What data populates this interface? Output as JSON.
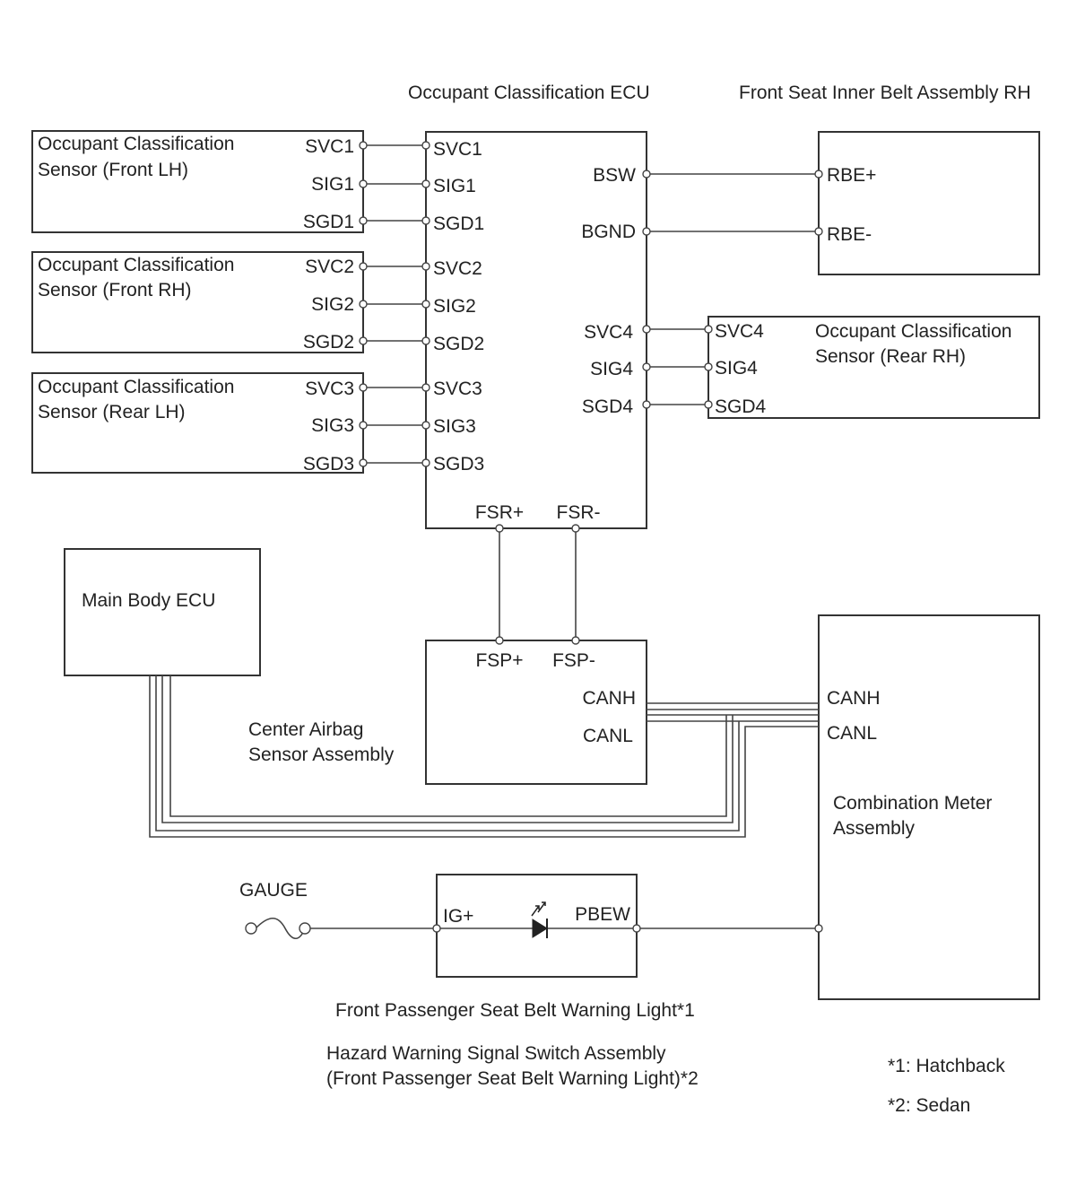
{
  "ecu": {
    "title": "Occupant Classification ECU",
    "pins": {
      "svc1": "SVC1",
      "sig1": "SIG1",
      "sgd1": "SGD1",
      "svc2": "SVC2",
      "sig2": "SIG2",
      "sgd2": "SGD2",
      "svc3": "SVC3",
      "sig3": "SIG3",
      "sgd3": "SGD3",
      "bsw": "BSW",
      "bgnd": "BGND",
      "svc4": "SVC4",
      "sig4": "SIG4",
      "sgd4": "SGD4",
      "fsr_plus": "FSR+",
      "fsr_minus": "FSR-"
    }
  },
  "belt": {
    "title": "Front Seat Inner Belt Assembly RH",
    "pins": {
      "rbe_plus": "RBE+",
      "rbe_minus": "RBE-"
    }
  },
  "sensor_front_lh": {
    "line1": "Occupant Classification",
    "line2": "Sensor (Front LH)",
    "pins": {
      "svc": "SVC1",
      "sig": "SIG1",
      "sgd": "SGD1"
    }
  },
  "sensor_front_rh": {
    "line1": "Occupant Classification",
    "line2": "Sensor (Front RH)",
    "pins": {
      "svc": "SVC2",
      "sig": "SIG2",
      "sgd": "SGD2"
    }
  },
  "sensor_rear_lh": {
    "line1": "Occupant Classification",
    "line2": "Sensor (Rear LH)",
    "pins": {
      "svc": "SVC3",
      "sig": "SIG3",
      "sgd": "SGD3"
    }
  },
  "sensor_rear_rh": {
    "line1": "Occupant Classification",
    "line2": "Sensor (Rear RH)",
    "pins": {
      "svc": "SVC4",
      "sig": "SIG4",
      "sgd": "SGD4"
    }
  },
  "main_body_ecu": {
    "title": "Main Body ECU"
  },
  "airbag": {
    "line1": "Center Airbag",
    "line2": "Sensor Assembly",
    "pins": {
      "fsp_plus": "FSP+",
      "fsp_minus": "FSP-",
      "canh": "CANH",
      "canl": "CANL"
    }
  },
  "meter": {
    "line1": "Combination Meter",
    "line2": "Assembly",
    "pins": {
      "canh": "CANH",
      "canl": "CANL"
    }
  },
  "gauge": {
    "label": "GAUGE"
  },
  "warning": {
    "pins": {
      "ig_plus": "IG+",
      "pbew": "PBEW"
    },
    "caption1": "Front Passenger Seat Belt Warning Light*1",
    "caption2_line1": "Hazard Warning Signal Switch Assembly",
    "caption2_line2": "(Front Passenger Seat Belt Warning Light)*2"
  },
  "notes": {
    "note1": "*1: Hatchback",
    "note2": "*2: Sedan"
  }
}
